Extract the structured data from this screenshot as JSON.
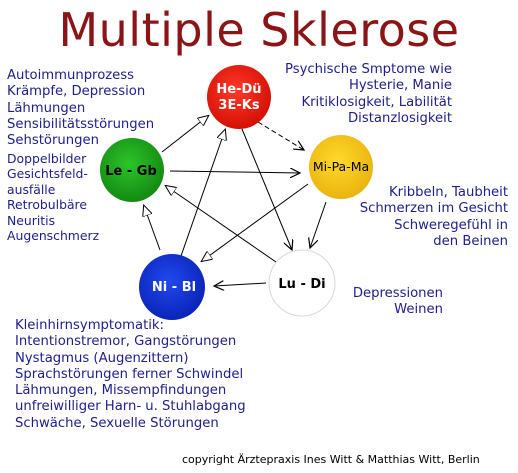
{
  "title": "Multiple Sklerose",
  "nodes": {
    "he_du": {
      "line1": "He-Dü",
      "line2": "3E-Ks",
      "color": "#e81c0e"
    },
    "mi_pa_ma": {
      "label": "Mi-Pa-Ma",
      "color": "#f4c419"
    },
    "lu_di": {
      "label": "Lu - Di",
      "color": "#ffffff"
    },
    "ni_bl": {
      "label": "Ni - Bl",
      "color": "#1334d8"
    },
    "le_gb": {
      "label": "Le - Gb",
      "color": "#1ea21a"
    }
  },
  "texts": {
    "le_gb": [
      "Autoimmunprozess",
      "Krämpfe, Depression",
      "Lähmungen",
      "Sensibilitätsstörungen",
      "Sehstörungen"
    ],
    "le_gb_eye": [
      "Doppelbilder",
      "Gesichtsfeld-",
      "ausfälle",
      "Retrobulbäre",
      "Neuritis",
      "Augenschmerz"
    ],
    "he_du": [
      "Psychische Smptome wie",
      "Hysterie, Manie",
      "Kritiklosigkeit, Labilität",
      "Distanzlosigkeit"
    ],
    "mi_pa_ma": [
      "Kribbeln, Taubheit",
      "Schmerzen im Gesicht",
      "Schweregefühl in",
      "den Beinen"
    ],
    "lu_di": [
      "Depressionen",
      "Weinen"
    ],
    "ni_bl": [
      "Kleinhirnsymptomatik:",
      "Intentionstremor, Gangstörungen",
      "Nystagmus (Augenzittern)",
      "Sprachstörungen ferner Schwindel",
      "Lähmungen, Missempfindungen",
      "unfreiwilliger Harn- u. Stuhlabgang",
      "Schwäche, Sexuelle Störungen"
    ]
  },
  "copyright": "copyright Ärztepraxis Ines Witt & Matthias Witt, Berlin"
}
